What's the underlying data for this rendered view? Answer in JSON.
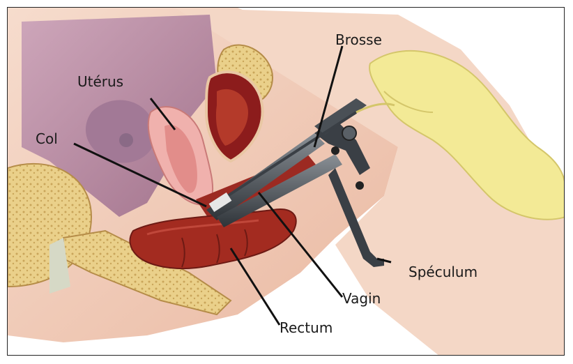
{
  "labels": {
    "brosse": "Brosse",
    "uterus": "Utérus",
    "col": "Col",
    "speculum": "Spéculum",
    "vagin": "Vagin",
    "rectum": "Rectum"
  },
  "colors": {
    "skin": "#f2d0bf",
    "tissue_pink": "#e9a6a2",
    "bladder_purple": "#b98aa4",
    "uterus_red": "#8c1c1c",
    "rectum_red": "#a32b20",
    "bone": "#e8cf8a",
    "glove": "#f3ea96",
    "instrument": "#4a5056"
  }
}
